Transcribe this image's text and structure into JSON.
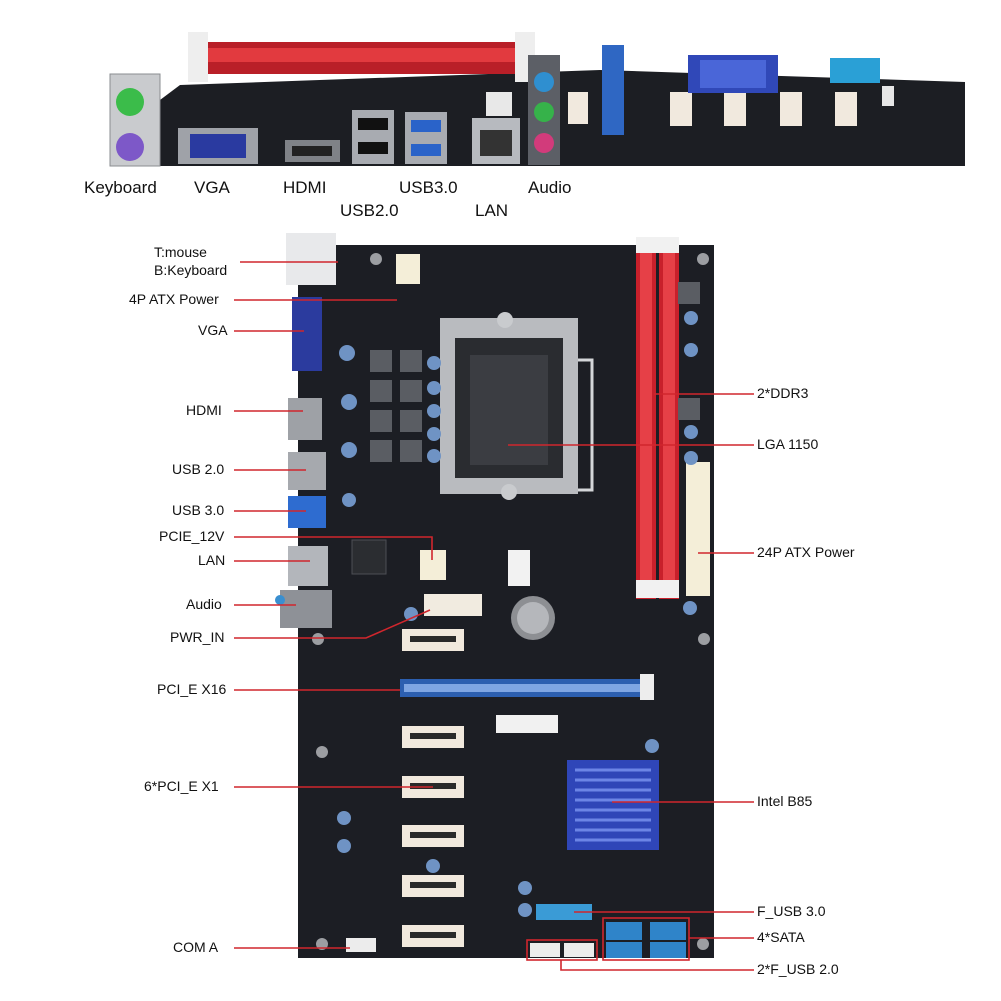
{
  "top_ports": {
    "keyboard": "Keyboard",
    "vga": "VGA",
    "hdmi": "HDMI",
    "usb30": "USB3.0",
    "audio": "Audio",
    "usb20": "USB2.0",
    "lan": "LAN"
  },
  "left_labels": {
    "mouse_keyboard_line1": "T:mouse",
    "mouse_keyboard_line2": "B:Keyboard",
    "atx4": "4P ATX Power",
    "vga": "VGA",
    "hdmi": "HDMI",
    "usb20": "USB 2.0",
    "usb30": "USB 3.0",
    "pcie12v": "PCIE_12V",
    "lan": "LAN",
    "audio": "Audio",
    "pwr_in": "PWR_IN",
    "pcie16": "PCI_E X16",
    "pcie1": "6*PCI_E X1",
    "com": "COM A"
  },
  "right_labels": {
    "ddr3": "2*DDR3",
    "lga": "LGA 1150",
    "atx24": "24P ATX Power",
    "b85": "Intel B85",
    "fusb3": "F_USB 3.0",
    "sata": "4*SATA",
    "fusb2": "2*F_USB 2.0"
  },
  "colors": {
    "pcb": "#1b1d22",
    "ram_red": "#c8202b",
    "pcie_blue": "#2c5fb0",
    "heatsink": "#3a4fc0",
    "leader": "#d0262d"
  }
}
